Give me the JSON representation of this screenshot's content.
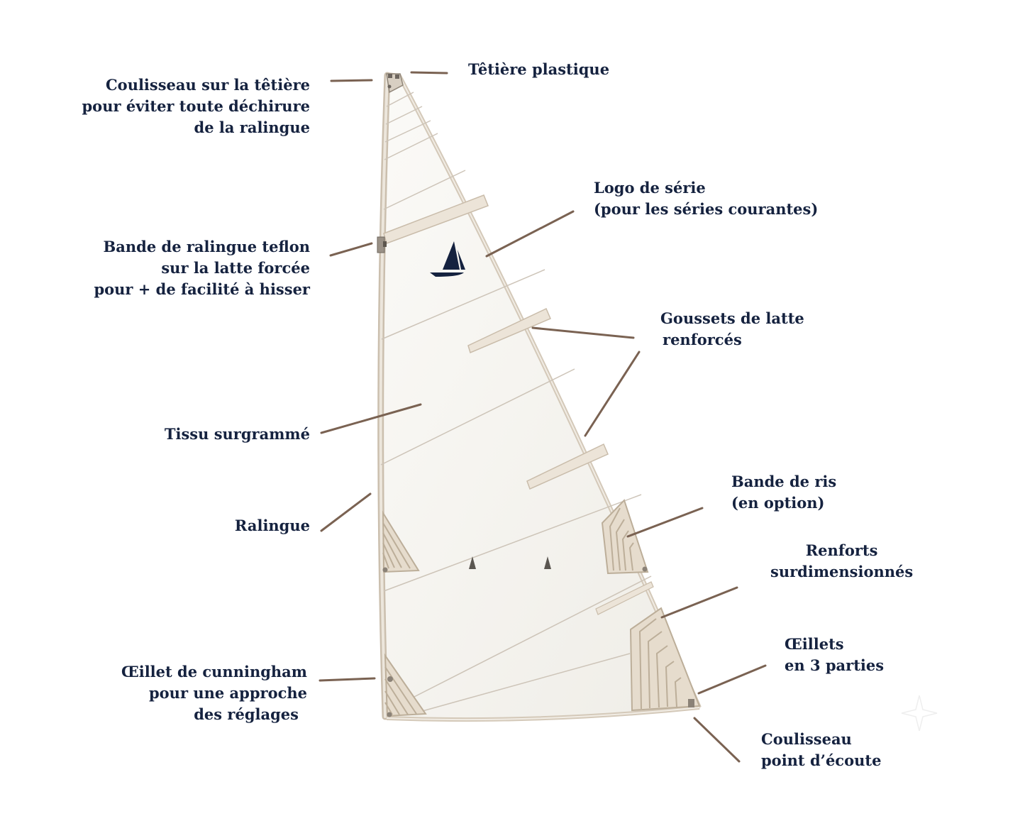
{
  "labels": {
    "tetiere": [
      "Têtière plastique"
    ],
    "coulisseau_tetiere": [
      "Coulisseau sur la têtière",
      "pour éviter toute déchirure",
      "de la ralingue"
    ],
    "logo_serie": [
      "Logo de série",
      "(pour les séries courantes)"
    ],
    "bande_ralingue": [
      "Bande de ralingue teflon",
      "sur la latte forcée",
      "pour + de facilité à hisser"
    ],
    "goussets": [
      "Goussets de latte",
      "renforcés"
    ],
    "tissu": [
      "Tissu surgrammé"
    ],
    "bande_ris": [
      "Bande de ris",
      "(en option)"
    ],
    "ralingue": [
      "Ralingue"
    ],
    "renforts": [
      "Renforts",
      "surdimensionnés"
    ],
    "oeillets": [
      "Œillets",
      "en 3 parties"
    ],
    "cunningham": [
      "Œillet de cunningham",
      "pour une approche",
      "des réglages"
    ],
    "coulisseau_ecoute": [
      "Coulisseau",
      "point d’écoute"
    ]
  },
  "colors": {
    "text": "#15223f",
    "leader": "#7a6252",
    "sail_fill": "#f6f5f1",
    "sail_edge": "#d9cfc2",
    "reinforcement": "#e3d8c9",
    "logo": "#15223f"
  }
}
